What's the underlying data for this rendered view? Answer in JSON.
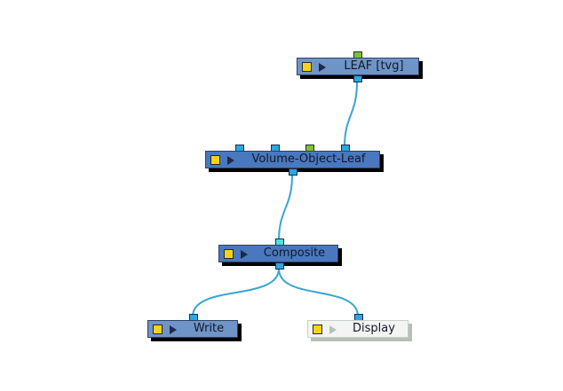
{
  "nodes": {
    "leaf": {
      "label": "LEAF [tvg]"
    },
    "volume": {
      "label": "Volume-Object-Leaf"
    },
    "composite": {
      "label": "Composite"
    },
    "write": {
      "label": "Write"
    },
    "display": {
      "label": "Display"
    }
  },
  "colors": {
    "node_blue": "#4a78be",
    "node_light": "#6f94c8",
    "node_disabled": "#f3f4f3",
    "cable": "#37a5d2",
    "port_cyan": "#2aa7de",
    "port_green": "#7cc522"
  }
}
